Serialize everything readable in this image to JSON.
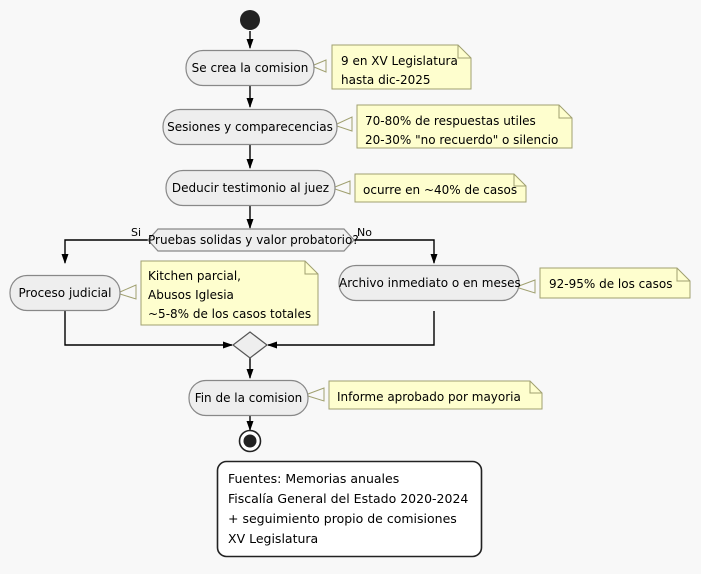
{
  "diagram": {
    "type": "uml-activity-diagram",
    "background_color": "#F8F8F8",
    "activity_fill": "#EEEEEE",
    "activity_stroke": "#888888",
    "note_fill": "#FEFECE",
    "note_stroke": "#A0A070",
    "line_color": "#000000",
    "start_node": "start-circle",
    "end_node": "end-circle"
  },
  "activities": [
    {
      "id": "crear",
      "label": "Se crea la comision"
    },
    {
      "id": "sesiones",
      "label": "Sesiones y comparecencias"
    },
    {
      "id": "deducir",
      "label": "Deducir testimonio al juez"
    },
    {
      "id": "proceso",
      "label": "Proceso judicial"
    },
    {
      "id": "archivo",
      "label": "Archivo inmediato o en meses"
    },
    {
      "id": "fin",
      "label": "Fin de la comision"
    }
  ],
  "decision": {
    "label": "Pruebas solidas y valor probatorio?",
    "branch_yes": "Si",
    "branch_no": "No"
  },
  "notes": [
    {
      "id": "note-crear",
      "lines": "9 en XV Legislatura\nhasta dic-2025"
    },
    {
      "id": "note-sesiones",
      "lines": "70-80% de respuestas utiles\n20-30% \"no recuerdo\" o silencio"
    },
    {
      "id": "note-deducir",
      "lines": "ocurre en ~40% de casos"
    },
    {
      "id": "note-proceso",
      "lines": "Kitchen parcial,\nAbusos Iglesia\n~5-8% de los casos totales"
    },
    {
      "id": "note-archivo",
      "lines": "92-95% de los casos"
    },
    {
      "id": "note-fin",
      "lines": "Informe aprobado por mayoria"
    }
  ],
  "legend": {
    "lines": "Fuentes: Memorias anuales\nFiscalía General del Estado 2020-2024\n+ seguimiento propio de comisiones\nXV Legislatura"
  }
}
